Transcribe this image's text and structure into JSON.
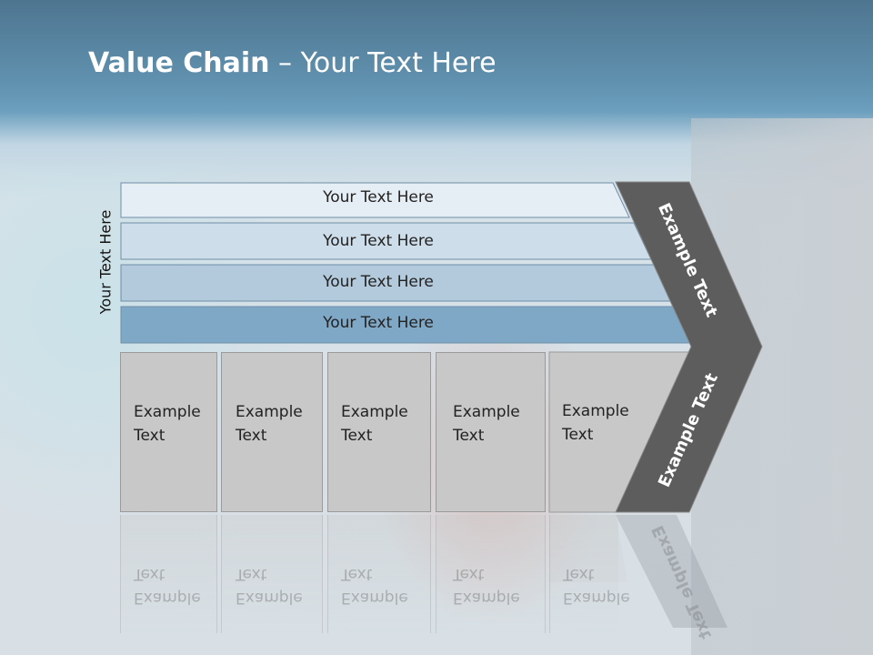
{
  "title": {
    "bold": "Value Chain",
    "rest": " – Your Text Here"
  },
  "side_label": "Your Text Here",
  "rows": [
    {
      "label": "Your Text Here",
      "color": "#e6eef5"
    },
    {
      "label": "Your Text Here",
      "color": "#cddde9"
    },
    {
      "label": "Your Text Here",
      "color": "#b3cadc"
    },
    {
      "label": "Your Text Here",
      "color": "#7fa8c7"
    }
  ],
  "boxes": [
    {
      "label": "Example\nText"
    },
    {
      "label": "Example\nText"
    },
    {
      "label": "Example\nText"
    },
    {
      "label": "Example\nText"
    },
    {
      "label": "Example\nText"
    }
  ],
  "chevron": {
    "top_label": "Example Text",
    "bottom_label": "Example Text",
    "color": "#5d5d5d"
  },
  "colors": {
    "row_border": "#6f8fa8",
    "box_fill": "#c8c8c8",
    "title_text": "#ffffff"
  }
}
